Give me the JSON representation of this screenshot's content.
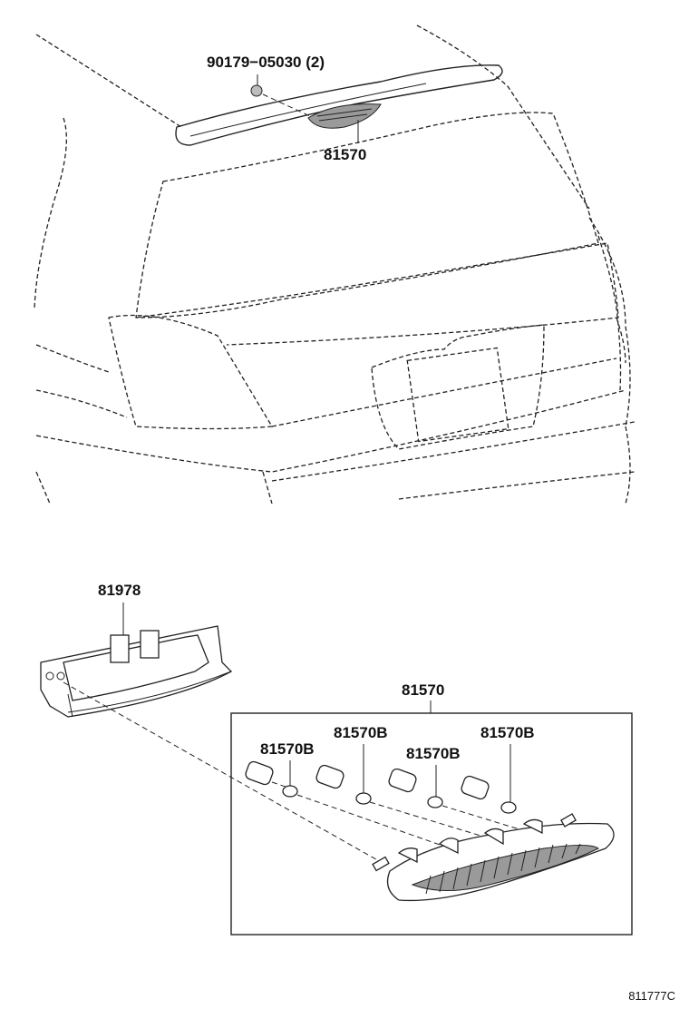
{
  "labels": {
    "bolt": "90179−05030 (2)",
    "lamp_top": "81570",
    "bracket": "81978",
    "lamp_assy": "81570",
    "bulb_1": "81570B",
    "bulb_2": "81570B",
    "bulb_3": "81570B",
    "bulb_4": "81570B"
  },
  "diagram_ref": "811777C",
  "colors": {
    "line": "#222222",
    "background": "#ffffff",
    "lens_shade": "#9a9a9a"
  }
}
